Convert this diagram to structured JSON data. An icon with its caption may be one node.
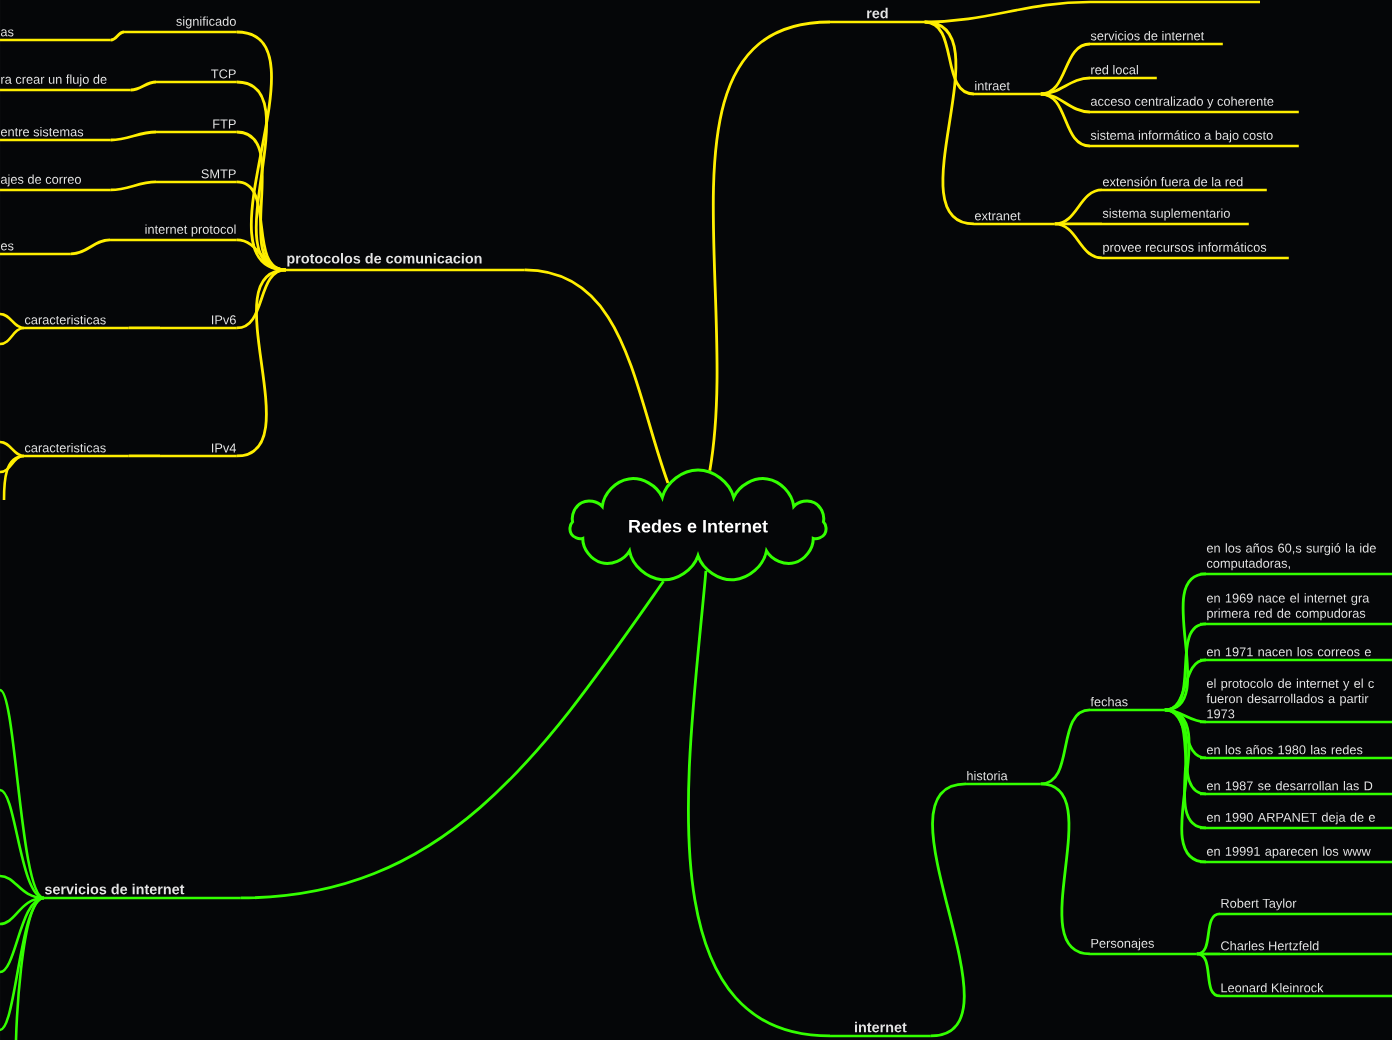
{
  "diagram": {
    "nodes": [
      {
        "text": [
          "Redes e Internet"
        ]
      },
      {
        "text": [
          "protocolos de comunicacion"
        ]
      },
      {
        "text": [
          "significado"
        ]
      },
      {
        "text": [
          "TCP"
        ]
      },
      {
        "text": [
          "FTP"
        ]
      },
      {
        "text": [
          "SMTP"
        ]
      },
      {
        "text": [
          "internet protocol"
        ]
      },
      {
        "text": [
          "IPv6"
        ]
      },
      {
        "text": [
          "IPv4"
        ]
      },
      {
        "text": [
          "as"
        ]
      },
      {
        "text": [
          "ra crear un flujo de"
        ]
      },
      {
        "text": [
          "entre sistemas"
        ]
      },
      {
        "text": [
          "ajes de correo"
        ]
      },
      {
        "text": [
          "es"
        ]
      },
      {
        "text": [
          "caracteristicas"
        ]
      },
      {
        "text": [
          "caracteristicas"
        ]
      },
      {
        "text": [
          "red"
        ]
      },
      {
        "text": [
          "intraet"
        ]
      },
      {
        "text": [
          "extranet"
        ]
      },
      {
        "text": [
          "servicios de internet"
        ]
      },
      {
        "text": [
          "red local"
        ]
      },
      {
        "text": [
          "acceso centralizado y coherente"
        ]
      },
      {
        "text": [
          "sistema informático a bajo costo"
        ]
      },
      {
        "text": [
          "extensión fuera de la red"
        ]
      },
      {
        "text": [
          "sistema suplementario"
        ]
      },
      {
        "text": [
          "provee recursos informáticos"
        ]
      },
      {
        "text": [
          "servicios de internet"
        ]
      },
      {
        "text": [
          "internet"
        ]
      },
      {
        "text": [
          "historia"
        ]
      },
      {
        "text": [
          "fechas"
        ]
      },
      {
        "text": [
          "Personajes"
        ]
      },
      {
        "text": [
          "en los años 60,s surgió la ide computadoras,"
        ]
      },
      {
        "text": [
          "en 1969 nace el internet gra primera red de compudoras"
        ]
      },
      {
        "text": [
          "en 1971 nacen los correos e"
        ]
      },
      {
        "text": [
          "el protocolo de internet y el c fueron desarrollados a partir 1973"
        ]
      },
      {
        "text": [
          "en los años 1980 las redes"
        ]
      },
      {
        "text": [
          "en 1987 se desarrollan las D"
        ]
      },
      {
        "text": [
          "en 1990 ARPANET deja de e"
        ]
      },
      {
        "text": [
          "en 19991 aparecen los www"
        ]
      },
      {
        "text": [
          "Robert Taylor"
        ]
      },
      {
        "text": [
          "Charles Hertzfeld"
        ]
      },
      {
        "text": [
          "Leonard Kleinrock"
        ]
      }
    ],
    "edges": [
      {
        "from": 0,
        "to": 1,
        "arrow": "none"
      },
      {
        "from": 1,
        "to": 2,
        "arrow": "none"
      },
      {
        "from": 1,
        "to": 3,
        "arrow": "none"
      },
      {
        "from": 1,
        "to": 4,
        "arrow": "none"
      },
      {
        "from": 1,
        "to": 5,
        "arrow": "none"
      },
      {
        "from": 1,
        "to": 6,
        "arrow": "none"
      },
      {
        "from": 1,
        "to": 7,
        "arrow": "none"
      },
      {
        "from": 1,
        "to": 8,
        "arrow": "none"
      },
      {
        "from": 2,
        "to": 9,
        "arrow": "none"
      },
      {
        "from": 3,
        "to": 10,
        "arrow": "none"
      },
      {
        "from": 4,
        "to": 11,
        "arrow": "none"
      },
      {
        "from": 5,
        "to": 12,
        "arrow": "none"
      },
      {
        "from": 6,
        "to": 13,
        "arrow": "none"
      },
      {
        "from": 7,
        "to": 14,
        "arrow": "none"
      },
      {
        "from": 8,
        "to": 15,
        "arrow": "none"
      },
      {
        "from": 0,
        "to": 16,
        "arrow": "none"
      },
      {
        "from": 16,
        "to": 17,
        "arrow": "none"
      },
      {
        "from": 16,
        "to": 18,
        "arrow": "none"
      },
      {
        "from": 17,
        "to": 19,
        "arrow": "none"
      },
      {
        "from": 17,
        "to": 20,
        "arrow": "none"
      },
      {
        "from": 17,
        "to": 21,
        "arrow": "none"
      },
      {
        "from": 17,
        "to": 22,
        "arrow": "none"
      },
      {
        "from": 18,
        "to": 23,
        "arrow": "none"
      },
      {
        "from": 18,
        "to": 24,
        "arrow": "none"
      },
      {
        "from": 18,
        "to": 25,
        "arrow": "none"
      },
      {
        "from": 0,
        "to": 26,
        "arrow": "none",
        "color": "#33ff00"
      },
      {
        "from": 0,
        "to": 27,
        "arrow": "none",
        "color": "#33ff00"
      },
      {
        "from": 27,
        "to": 28,
        "arrow": "none",
        "color": "#33ff00"
      },
      {
        "from": 28,
        "to": 29,
        "arrow": "none",
        "color": "#33ff00"
      },
      {
        "from": 28,
        "to": 30,
        "arrow": "none",
        "color": "#33ff00"
      },
      {
        "from": 29,
        "to": 31,
        "arrow": "none",
        "color": "#33ff00"
      },
      {
        "from": 29,
        "to": 32,
        "arrow": "none",
        "color": "#33ff00"
      },
      {
        "from": 29,
        "to": 33,
        "arrow": "none",
        "color": "#33ff00"
      },
      {
        "from": 29,
        "to": 34,
        "arrow": "none",
        "color": "#33ff00"
      },
      {
        "from": 29,
        "to": 35,
        "arrow": "none",
        "color": "#33ff00"
      },
      {
        "from": 29,
        "to": 36,
        "arrow": "none",
        "color": "#33ff00"
      },
      {
        "from": 29,
        "to": 37,
        "arrow": "none",
        "color": "#33ff00"
      },
      {
        "from": 29,
        "to": 38,
        "arrow": "none",
        "color": "#33ff00"
      },
      {
        "from": 30,
        "to": 39,
        "arrow": "none",
        "color": "#33ff00"
      },
      {
        "from": 30,
        "to": 40,
        "arrow": "none",
        "color": "#33ff00"
      },
      {
        "from": 30,
        "to": 41,
        "arrow": "none",
        "color": "#33ff00"
      }
    ]
  }
}
